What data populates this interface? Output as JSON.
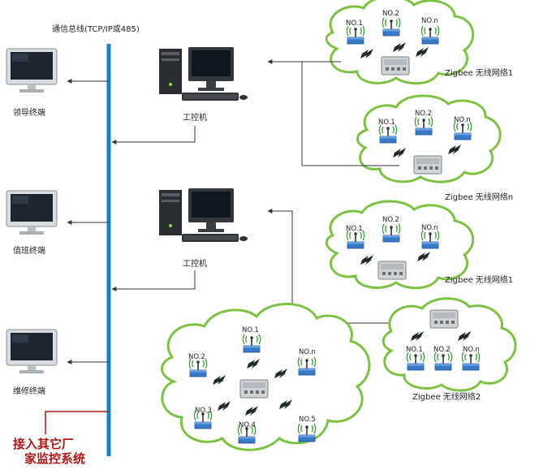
{
  "bus_label": "通信总线(TCP/IP或485)",
  "terminals": {
    "leader": "领导终端",
    "duty": "值班终端",
    "maintenance": "维修终端"
  },
  "ipc_labels": [
    "工控机",
    "工控机"
  ],
  "networks": {
    "zigbee1_top": "Zigbee 无线网络1",
    "zigbee_n": "Zigbee 无线网络n",
    "zigbee1_mid": "Zigbee 无线网络1",
    "zigbee2": "Zigbee 无线网络2"
  },
  "nodes": {
    "no1": "NO.1",
    "no2": "NO.2",
    "no3": "NO.3",
    "no4": "NO.4",
    "no5": "NO.5",
    "non": "NO.n"
  },
  "external": [
    "接入其它厂",
    "家监控系统"
  ],
  "colors": {
    "bus": "#1a82c4",
    "cloud_stroke": "#7cc242",
    "red_text": "#b01818",
    "node_blue": "#3a78c8"
  }
}
